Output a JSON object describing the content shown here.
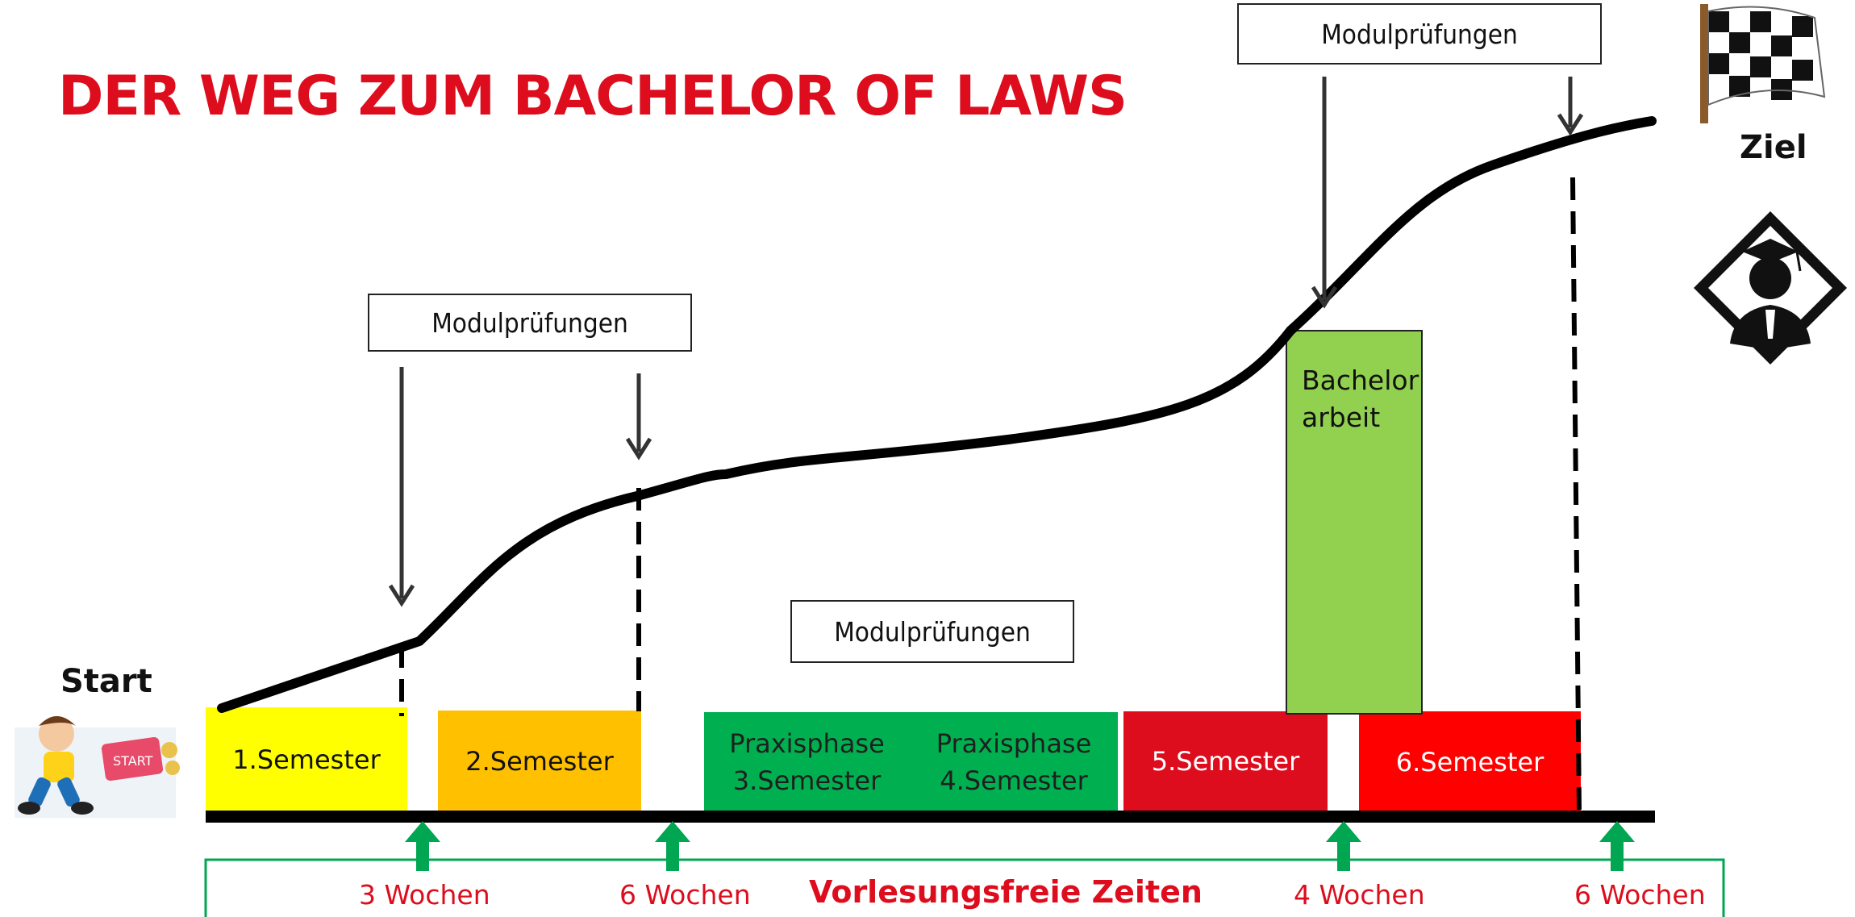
{
  "title": "DER WEG ZUM BACHELOR OF LAWS",
  "start_label": "Start",
  "goal_label": "Ziel",
  "start_badge_text": "START",
  "exam_boxes": [
    {
      "id": "top",
      "text": "Modulprüfungen"
    },
    {
      "id": "left",
      "text": "Modulprüfungen"
    },
    {
      "id": "middle",
      "text": "Modulprüfungen"
    }
  ],
  "semesters": [
    {
      "id": "s1",
      "text": "1.Semester",
      "color": "#ffff00",
      "text_color": "#111111"
    },
    {
      "id": "s2",
      "text": "2.Semester",
      "color": "#ffc000",
      "text_color": "#111111"
    },
    {
      "id": "s3",
      "line1": "Praxisphase",
      "line2": "3.Semester",
      "color": "#00b050",
      "text_color": "#1f1f1f"
    },
    {
      "id": "s4",
      "line1": "Praxisphase",
      "line2": "4.Semester",
      "color": "#00b050",
      "text_color": "#1f1f1f"
    },
    {
      "id": "s5",
      "text": "5.Semester",
      "color": "#dd0d1d",
      "text_color": "#ffffff"
    },
    {
      "id": "s6",
      "text": "6.Semester",
      "color": "#ff0000",
      "text_color": "#ffffff"
    }
  ],
  "thesis": {
    "line1": "Bachelor",
    "line2": "arbeit",
    "color": "#92d050"
  },
  "breaks": [
    {
      "text": "3 Wochen"
    },
    {
      "text": "6 Wochen"
    },
    {
      "text": "4 Wochen"
    },
    {
      "text": "6 Wochen"
    }
  ],
  "breaks_label": "Vorlesungsfreie Zeiten",
  "colors": {
    "accent": "#dd0d1d",
    "break_arrow": "#00a651",
    "bracket": "#00a651"
  }
}
